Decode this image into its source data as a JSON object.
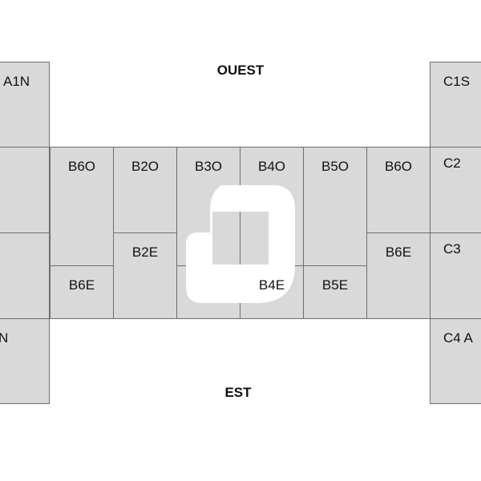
{
  "directions": {
    "north_side": "OUEST",
    "south_side": "EST"
  },
  "rooms": {
    "a1n": "A1N",
    "a_mid1": "",
    "a_mid2": "",
    "a_bottom": "N",
    "b6o_left": "B6O",
    "b6e_left": "B6E",
    "b2o": "B2O",
    "b2e": "B2E",
    "b3o": "B3O",
    "b3e": "",
    "b4o": "B4O",
    "b4e": "B4E",
    "b5o": "B5O",
    "b5e": "B5E",
    "b6o_right": "B6O",
    "b6e_right": "B6E",
    "c1s": "C1S",
    "c2": "C2",
    "c3": "C3",
    "c4a": "C4 A"
  },
  "colors": {
    "room_fill": "#d9d9d9",
    "room_border": "#6e6e6e",
    "logo": "#ffffff"
  }
}
